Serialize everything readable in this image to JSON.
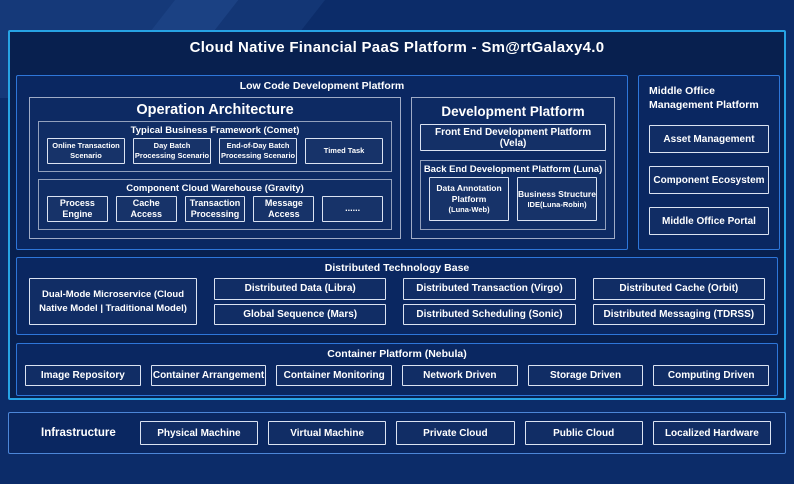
{
  "title": "Cloud Native Financial PaaS Platform - Sm@rtGalaxy4.0",
  "colors": {
    "background": "#0c2c69",
    "panel": "#08204f",
    "outer_border": "#27a3e4",
    "section_border": "#2e76d9",
    "group_border": "#9fabc6",
    "leaf_border": "#dbe3f2",
    "infra_border": "#4c86d8"
  },
  "low_code": {
    "label": "Low Code Development Platform",
    "operation_architecture": {
      "label": "Operation Architecture",
      "comet": {
        "label": "Typical Business Framework (Comet)",
        "items": [
          "Online Transaction Scenario",
          "Day Batch Processing Scenario",
          "End-of-Day Batch Processing Scenario",
          "Timed Task"
        ]
      },
      "gravity": {
        "label": "Component Cloud Warehouse (Gravity)",
        "items": [
          "Process Engine",
          "Cache Access",
          "Transaction Processing",
          "Message Access",
          "......"
        ]
      }
    },
    "development_platform": {
      "label": "Development Platform",
      "front_end": "Front End Development Platform (Vela)",
      "back_end": {
        "label": "Back End Development Platform (Luna)",
        "items": [
          {
            "name": "Data Annotation Platform",
            "sub": "(Luna-Web)"
          },
          {
            "name": "Business Structure",
            "sub": "IDE(Luna-Robin)"
          }
        ]
      }
    }
  },
  "middle_office": {
    "label": "Middle Office Management Platform",
    "items": [
      "Asset Management",
      "Component Ecosystem",
      "Middle Office Portal"
    ]
  },
  "distributed": {
    "label": "Distributed Technology Base",
    "dual_mode": "Dual-Mode Microservice (Cloud Native Model | Traditional Model)",
    "columns": [
      [
        "Distributed Data (Libra)",
        "Global Sequence (Mars)"
      ],
      [
        "Distributed Transaction (Virgo)",
        "Distributed Scheduling (Sonic)"
      ],
      [
        "Distributed Cache (Orbit)",
        "Distributed Messaging (TDRSS)"
      ]
    ]
  },
  "container_platform": {
    "label": "Container Platform (Nebula)",
    "items": [
      "Image Repository",
      "Container Arrangement",
      "Container Monitoring",
      "Network Driven",
      "Storage Driven",
      "Computing Driven"
    ]
  },
  "infrastructure": {
    "label": "Infrastructure",
    "items": [
      "Physical Machine",
      "Virtual Machine",
      "Private Cloud",
      "Public Cloud",
      "Localized Hardware"
    ]
  }
}
